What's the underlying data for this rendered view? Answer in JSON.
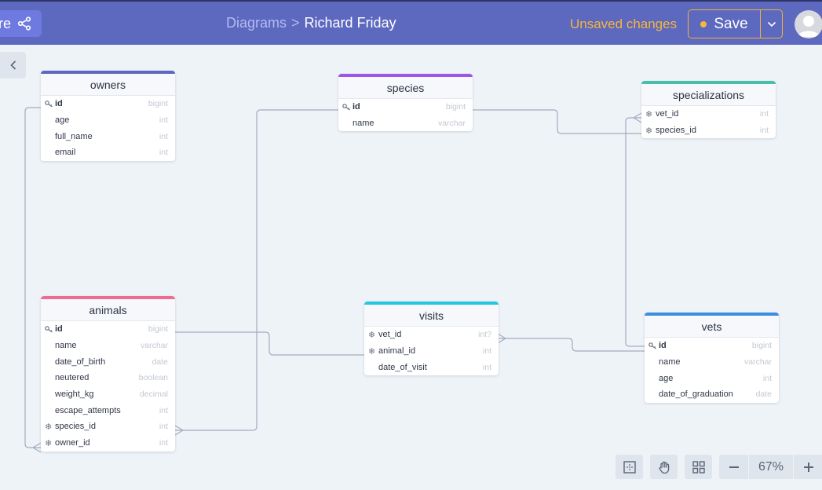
{
  "header": {
    "share_label": "re",
    "breadcrumb": {
      "parent": "Diagrams",
      "separator": ">",
      "current": "Richard Friday"
    },
    "unsaved_text": "Unsaved changes",
    "save_label": "Save",
    "accent_color": "#f6b73c",
    "bar_color": "#5d68bf"
  },
  "tables": {
    "owners": {
      "name": "owners",
      "color": "#5d68bf",
      "fields": [
        {
          "icon": "key",
          "name": "id",
          "type": "bigint"
        },
        {
          "icon": "",
          "name": "age",
          "type": "int"
        },
        {
          "icon": "",
          "name": "full_name",
          "type": "int"
        },
        {
          "icon": "",
          "name": "email",
          "type": "int"
        }
      ]
    },
    "species": {
      "name": "species",
      "color": "#9d56e8",
      "fields": [
        {
          "icon": "key",
          "name": "id",
          "type": "bigint"
        },
        {
          "icon": "",
          "name": "name",
          "type": "varchar"
        }
      ]
    },
    "specializations": {
      "name": "specializations",
      "color": "#48bfa8",
      "fields": [
        {
          "icon": "fk",
          "name": "vet_id",
          "type": "int"
        },
        {
          "icon": "fk",
          "name": "species_id",
          "type": "int"
        }
      ]
    },
    "animals": {
      "name": "animals",
      "color": "#f06b92",
      "fields": [
        {
          "icon": "key",
          "name": "id",
          "type": "bigint"
        },
        {
          "icon": "",
          "name": "name",
          "type": "varchar"
        },
        {
          "icon": "",
          "name": "date_of_birth",
          "type": "date"
        },
        {
          "icon": "",
          "name": "neutered",
          "type": "boolean"
        },
        {
          "icon": "",
          "name": "weight_kg",
          "type": "decimal"
        },
        {
          "icon": "",
          "name": "escape_attempts",
          "type": "int"
        },
        {
          "icon": "fk",
          "name": "species_id",
          "type": "int"
        },
        {
          "icon": "fk",
          "name": "owner_id",
          "type": "int"
        }
      ]
    },
    "visits": {
      "name": "visits",
      "color": "#25c6df",
      "fields": [
        {
          "icon": "fk",
          "name": "vet_id",
          "type": "int?"
        },
        {
          "icon": "fk",
          "name": "animal_id",
          "type": "int"
        },
        {
          "icon": "",
          "name": "date_of_visit",
          "type": "int"
        }
      ]
    },
    "vets": {
      "name": "vets",
      "color": "#3a8de0",
      "fields": [
        {
          "icon": "key",
          "name": "id",
          "type": "bigint"
        },
        {
          "icon": "",
          "name": "name",
          "type": "varchar"
        },
        {
          "icon": "",
          "name": "age",
          "type": "int"
        },
        {
          "icon": "",
          "name": "date_of_graduation",
          "type": "date"
        }
      ]
    }
  },
  "icons": {
    "key": "key-icon",
    "fk": "snowflake-icon"
  },
  "zoom": {
    "value": "67%"
  }
}
